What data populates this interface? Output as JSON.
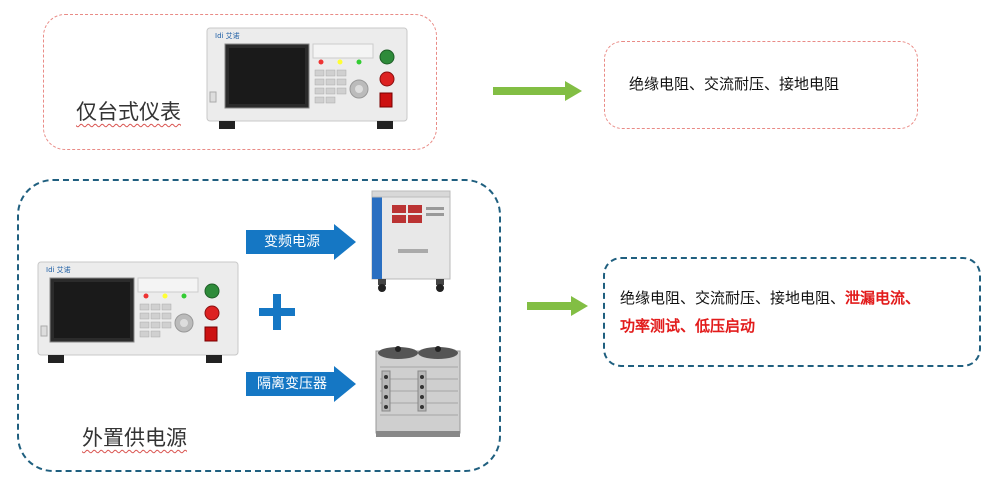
{
  "top_group": {
    "label": "仅台式仪表",
    "result": "绝缘电阻、交流耐压、接地电阻"
  },
  "bottom_group": {
    "label": "外置供电源",
    "result_normal": "绝缘电阻、交流耐压、接地电阻、",
    "result_highlight_1": "泄漏电流、",
    "result_highlight_2": "功率测试、低压启动",
    "tag_1": "变频电源",
    "tag_2": "隔离变压器"
  },
  "instrument": {
    "brand": "Idi 艾诺"
  },
  "colors": {
    "accent_green": "#82be44",
    "tag_blue": "#1577c4",
    "highlight_red": "#e21b1b",
    "dash_red": "#e98b86",
    "dash_blue": "#1f5f7f"
  }
}
